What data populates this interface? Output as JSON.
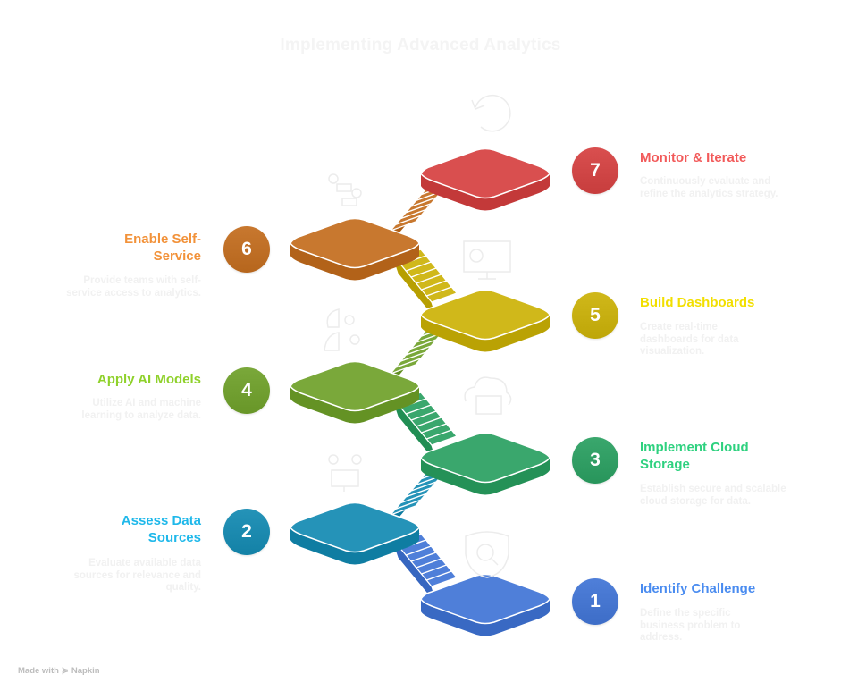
{
  "title": "Implementing Advanced Analytics",
  "steps": [
    {
      "number": "1",
      "title": "Identify Challenge",
      "desc": "Define the specific business problem to address.",
      "color": "#4f7fd9",
      "text_color": "#4a8cf0",
      "icon": "shield-search-icon",
      "side": "right"
    },
    {
      "number": "2",
      "title": "Assess Data Sources",
      "desc": "Evaluate available data sources for relevance and quality.",
      "color": "#2593b8",
      "text_color": "#1fb8ea",
      "icon": "users-monitor-icon",
      "side": "left"
    },
    {
      "number": "3",
      "title": "Implement Cloud Storage",
      "desc": "Establish secure and scalable cloud storage for data.",
      "color": "#3aa76d",
      "text_color": "#2ed17f",
      "icon": "cloud-folder-icon",
      "side": "right"
    },
    {
      "number": "4",
      "title": "Apply AI Models",
      "desc": "Utilize AI and machine learning to analyze data.",
      "color": "#7aa83a",
      "text_color": "#8fd12b",
      "icon": "head-gears-icon",
      "side": "left"
    },
    {
      "number": "5",
      "title": "Build Dashboards",
      "desc": "Create real-time dashboards for data visualization.",
      "color": "#d0b81a",
      "text_color": "#f2df00",
      "icon": "dashboard-monitor-icon",
      "side": "right"
    },
    {
      "number": "6",
      "title": "Enable Self-Service",
      "desc": "Provide teams with self-service access to analytics.",
      "color": "#c8782f",
      "text_color": "#f2923a",
      "icon": "users-laptop-icon",
      "side": "left"
    },
    {
      "number": "7",
      "title": "Monitor & Iterate",
      "desc": "Continuously evaluate and refine the analytics strategy.",
      "color": "#d94f4f",
      "text_color": "#f25a5a",
      "icon": "refresh-icon",
      "side": "right"
    }
  ],
  "footer": {
    "prefix": "Made with",
    "brand": "Napkin"
  }
}
